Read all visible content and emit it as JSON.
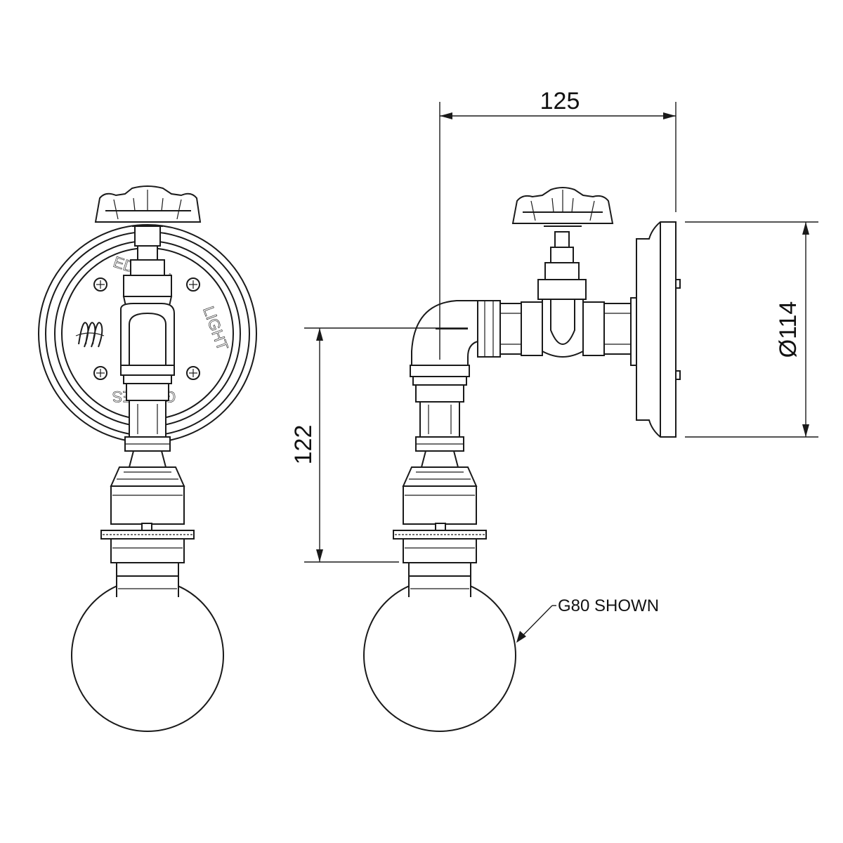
{
  "dimensions": {
    "width": "125",
    "height": "122",
    "diameter": "Ø114"
  },
  "callout": {
    "bulb_note": "G80 SHOWN"
  },
  "backplate": {
    "text_top": "EDISON",
    "text_right": "LIGHT",
    "text_bottom": "GLOBES"
  },
  "colors": {
    "line": "#1a1a1a",
    "background": "#ffffff"
  }
}
